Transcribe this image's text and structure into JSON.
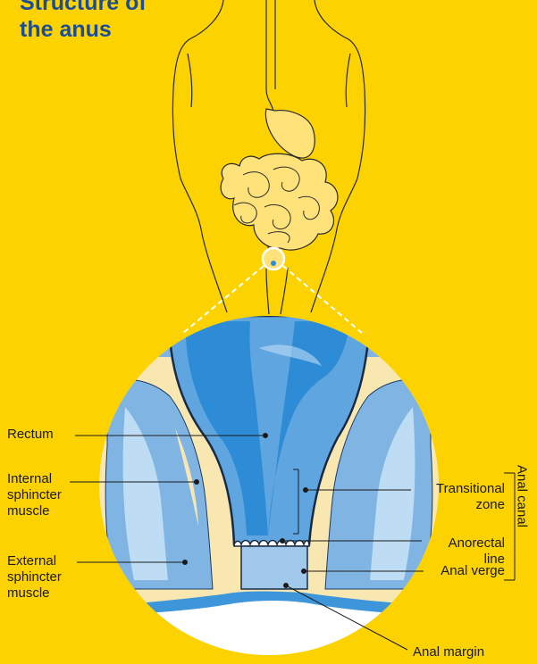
{
  "title": {
    "line1": "Structure of",
    "line2": "the anus"
  },
  "labels": {
    "rectum": "Rectum",
    "internal_sphincter": [
      "Internal",
      "sphincter",
      "muscle"
    ],
    "external_sphincter": [
      "External",
      "sphincter",
      "muscle"
    ],
    "transitional_zone": [
      "Transitional",
      "zone"
    ],
    "anorectal_line": [
      "Anorectal",
      "line"
    ],
    "anal_verge": "Anal verge",
    "anal_margin": "Anal margin",
    "anal_canal": "Anal canal"
  },
  "colors": {
    "background": "#FCD200",
    "title": "#1B4E96",
    "body_outline": "#1a1a1a",
    "intestine": "#FFE27A",
    "tissue_light": "#F9E7B2",
    "tissue_blue": "#7FB4E3",
    "tissue_blue_dark": "#2E8BD6",
    "tissue_blue_light": "#BEDCF3"
  }
}
